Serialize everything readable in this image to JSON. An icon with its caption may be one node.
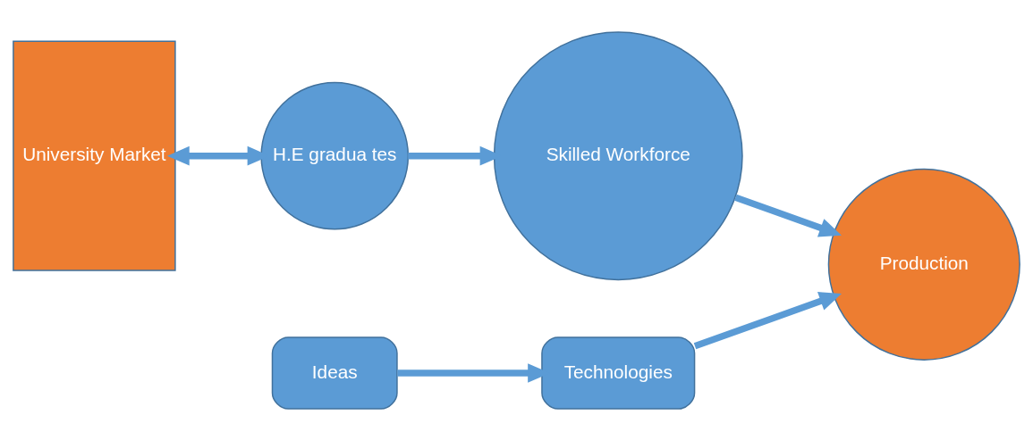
{
  "diagram": {
    "nodes": [
      {
        "text": [
          "University Market"
        ]
      },
      {
        "text": [
          "H.E gradua tes"
        ]
      },
      {
        "text": [
          "Skilled Workforce"
        ]
      },
      {
        "text": [
          "Production"
        ]
      },
      {
        "text": [
          "Ideas"
        ]
      },
      {
        "text": [
          "Technologies"
        ]
      }
    ],
    "edges": [
      {
        "from": 0,
        "to": 1,
        "arrow": "both"
      },
      {
        "from": 1,
        "to": 2,
        "arrow": "to"
      },
      {
        "from": 2,
        "to": 3,
        "arrow": "to"
      },
      {
        "from": 4,
        "to": 5,
        "arrow": "to"
      },
      {
        "from": 5,
        "to": 3,
        "arrow": "to"
      }
    ]
  }
}
